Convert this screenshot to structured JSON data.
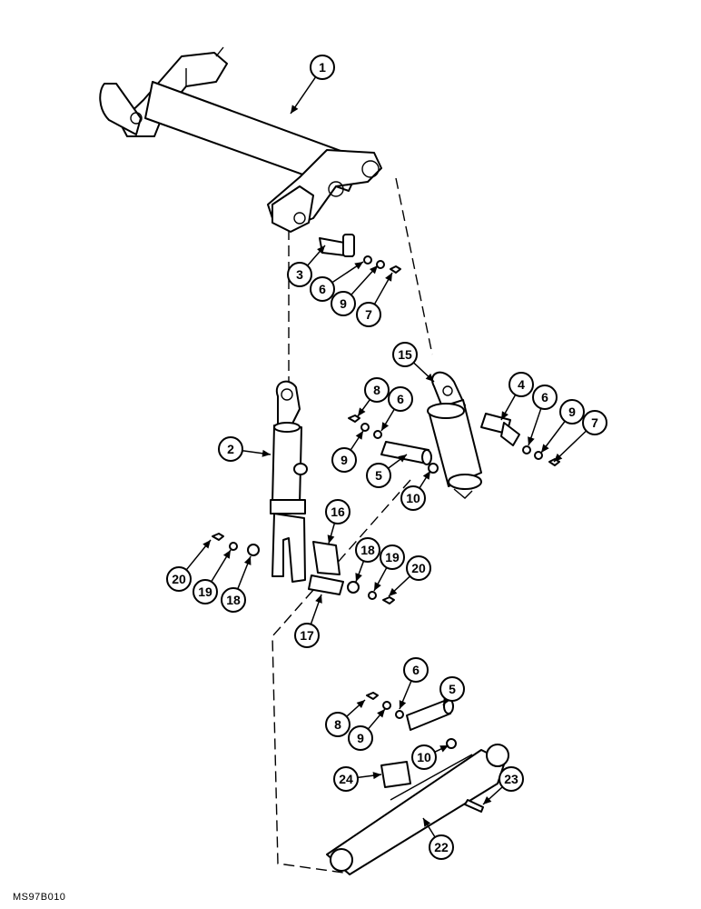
{
  "callouts": [
    {
      "id": "c1",
      "label": "1"
    },
    {
      "id": "c2",
      "label": "2"
    },
    {
      "id": "c3",
      "label": "3"
    },
    {
      "id": "c4",
      "label": "4"
    },
    {
      "id": "c5a",
      "label": "5"
    },
    {
      "id": "c5b",
      "label": "5"
    },
    {
      "id": "c6a",
      "label": "6"
    },
    {
      "id": "c6b",
      "label": "6"
    },
    {
      "id": "c6c",
      "label": "6"
    },
    {
      "id": "c6d",
      "label": "6"
    },
    {
      "id": "c7a",
      "label": "7"
    },
    {
      "id": "c7b",
      "label": "7"
    },
    {
      "id": "c8a",
      "label": "8"
    },
    {
      "id": "c8b",
      "label": "8"
    },
    {
      "id": "c9a",
      "label": "9"
    },
    {
      "id": "c9b",
      "label": "9"
    },
    {
      "id": "c9c",
      "label": "9"
    },
    {
      "id": "c9d",
      "label": "9"
    },
    {
      "id": "c10a",
      "label": "10"
    },
    {
      "id": "c10b",
      "label": "10"
    },
    {
      "id": "c15",
      "label": "15"
    },
    {
      "id": "c16",
      "label": "16"
    },
    {
      "id": "c17",
      "label": "17"
    },
    {
      "id": "c18a",
      "label": "18"
    },
    {
      "id": "c18b",
      "label": "18"
    },
    {
      "id": "c19a",
      "label": "19"
    },
    {
      "id": "c19b",
      "label": "19"
    },
    {
      "id": "c20a",
      "label": "20"
    },
    {
      "id": "c20b",
      "label": "20"
    },
    {
      "id": "c22",
      "label": "22"
    },
    {
      "id": "c23",
      "label": "23"
    },
    {
      "id": "c24",
      "label": "24"
    }
  ],
  "drawing_code": "MS97B010"
}
